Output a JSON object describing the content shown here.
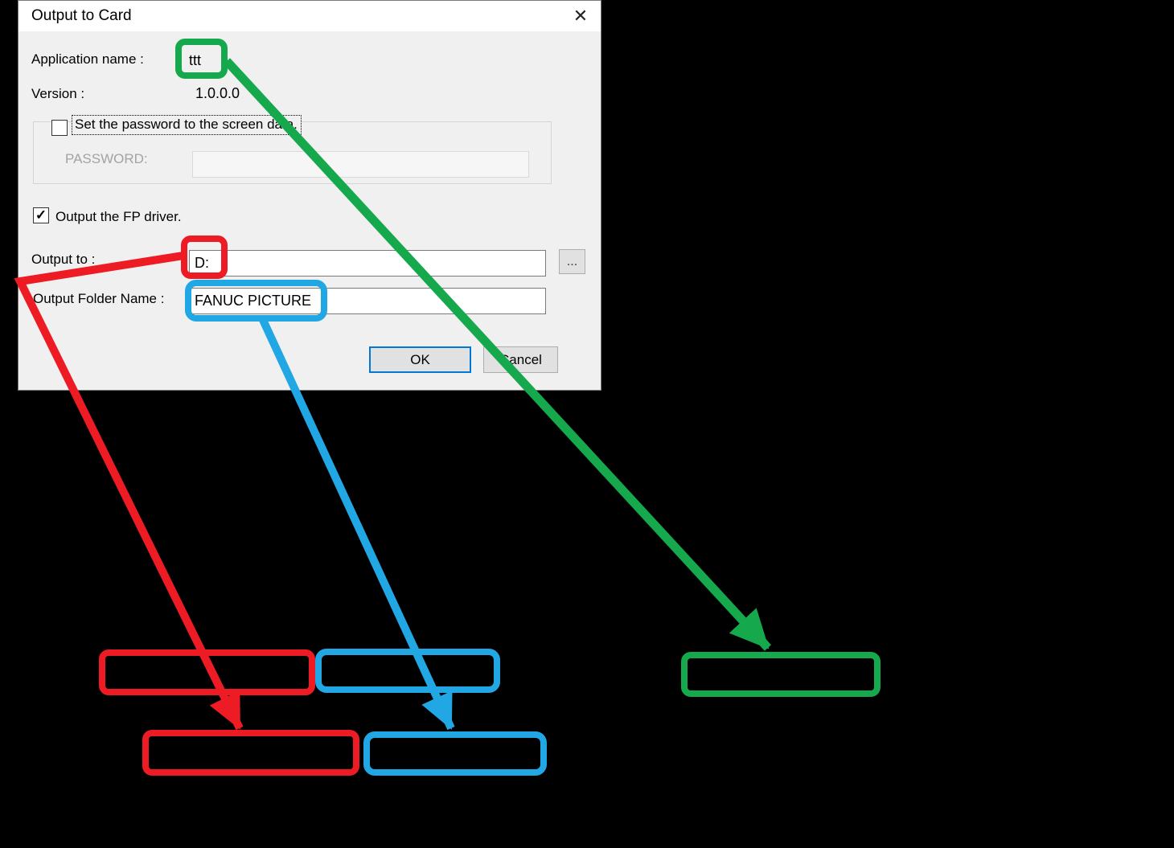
{
  "dialog": {
    "title": "Output to Card",
    "icons": {
      "close": "✕",
      "check": "✓"
    },
    "fields": {
      "application_name": {
        "label": "Application name :",
        "value": "ttt"
      },
      "version": {
        "label": "Version :",
        "value": "1.0.0.0"
      },
      "password_group": {
        "checkbox_label": "Set the password to the screen data.",
        "checkbox_checked": false,
        "password_label": "PASSWORD:",
        "password_value": ""
      },
      "fp_driver": {
        "label": "Output the FP driver.",
        "checked": true
      },
      "output_to": {
        "label": "Output to :",
        "value": "D:",
        "browse_label": "..."
      },
      "output_folder": {
        "label": "Output Folder Name :",
        "value": "FANUC PICTURE"
      }
    },
    "buttons": {
      "ok": "OK",
      "cancel": "Cancel"
    }
  },
  "annotations": {
    "colors": {
      "red": "#ed1c24",
      "blue": "#22a7e5",
      "green": "#15a84c"
    },
    "highlights": [
      {
        "name": "application-name-highlight",
        "color": "green",
        "target": "ttt"
      },
      {
        "name": "output-to-highlight",
        "color": "red",
        "target": "D:"
      },
      {
        "name": "output-folder-highlight",
        "color": "blue",
        "target": "FANUC PICTURE"
      }
    ],
    "empty_boxes": [
      {
        "name": "red-box-top",
        "color": "red"
      },
      {
        "name": "blue-box-top",
        "color": "blue"
      },
      {
        "name": "green-box",
        "color": "green"
      },
      {
        "name": "red-box-bottom",
        "color": "red"
      },
      {
        "name": "blue-box-bottom",
        "color": "blue"
      }
    ]
  }
}
